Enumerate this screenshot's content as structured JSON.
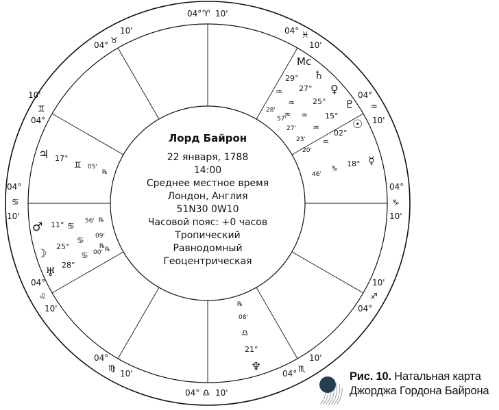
{
  "chart_info": {
    "name": "Лорд Байрон",
    "lines": [
      "22 января, 1788",
      "14:00",
      "Среднее местное время",
      "Лондон, Англия",
      "51N30   0W10",
      "Часовой пояс: +0 часов",
      "Тропический",
      "Равнодомный",
      "Геоцентрическая"
    ]
  },
  "cusps": [
    {
      "id": "top",
      "deg": "04°",
      "sign": "♈",
      "min": "10'"
    },
    {
      "id": "taurus",
      "deg": "04°",
      "sign": "♉",
      "min": "10'"
    },
    {
      "id": "aries-upper-right",
      "deg": "04°",
      "sign": "♓",
      "min": "10'"
    },
    {
      "id": "gemini",
      "deg": "04°",
      "sign": "♊",
      "min": "10'"
    },
    {
      "id": "aquarius",
      "deg": "04°",
      "sign": "♒",
      "min": "10'"
    },
    {
      "id": "cancer",
      "deg": "04°",
      "sign": "♋",
      "min": "10'"
    },
    {
      "id": "capricorn",
      "deg": "04°",
      "sign": "♑",
      "min": "10'"
    },
    {
      "id": "leo",
      "deg": "04°",
      "sign": "♌",
      "min": "10'"
    },
    {
      "id": "sagittarius",
      "deg": "04°",
      "sign": "♐",
      "min": "10'"
    },
    {
      "id": "virgo",
      "deg": "04°",
      "sign": "♍",
      "min": "10'"
    },
    {
      "id": "scorpio",
      "deg": "04°",
      "sign": "♏",
      "min": "10'"
    },
    {
      "id": "bottom",
      "deg": "04°",
      "sign": "♎",
      "min": "10'"
    }
  ],
  "planets_text": {
    "mc": "Mc",
    "p1": "29°",
    "p1_sign": "♒",
    "saturn": "♄",
    "p2": "27°",
    "p2_sign": "♒",
    "venus": "♀",
    "p3": "25°",
    "p3_sign": "♒",
    "pluto": "♇",
    "p4": "15°",
    "p4_sign": "♒",
    "p4_min": "28'",
    "p5_sign": "♒",
    "p5_min": "57'",
    "sun": "☉",
    "p6": "02°",
    "p6_sign": "♒",
    "p6_min": "27'",
    "p7_min": "23'",
    "p8_min": "20'",
    "mercury": "☿",
    "p9": "18°",
    "p9_sign": "♑",
    "p9_min": "46'",
    "jupiter": "♃",
    "jup_deg": "17°",
    "jup_sign": "♊",
    "jup_min": "05'",
    "jup_r": "℞",
    "mars": "♂",
    "mars_deg": "11°",
    "mars_sign": "♋",
    "mars_min": "56'",
    "mars_r": "℞",
    "moon": "☽",
    "moon_deg": "25°",
    "moon_sign": "♋",
    "moon_min": "09'",
    "moon_r": "℞",
    "uranus": "♅",
    "ur_deg": "28°",
    "ur_sign": "♋",
    "ur_min": "00'",
    "ur_r": "℞",
    "nep_r": "℞",
    "nep_min": "08'",
    "nep_sign": "♎",
    "nep_deg": "21°",
    "neptune": "♆"
  },
  "caption": {
    "label": "Рис. 10.",
    "line1": "Натальная карта",
    "line2": "Джорджа Гордона Байрона"
  },
  "colors": {
    "ink": "#111111",
    "caption_dot": "#213f4e"
  }
}
